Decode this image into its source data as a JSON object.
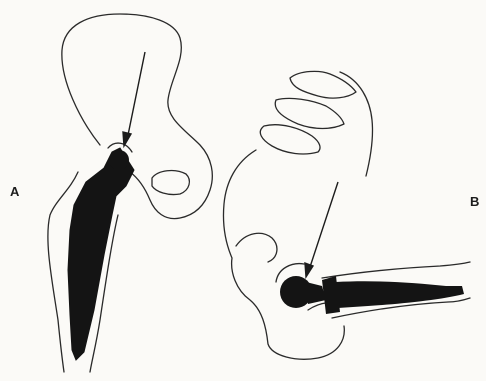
{
  "figure": {
    "panels": [
      {
        "label": "A",
        "depicts": "hip-stem-prosthesis-anterior-view"
      },
      {
        "label": "B",
        "depicts": "hip-stem-prosthesis-lateral-view"
      }
    ],
    "colors": {
      "background": "#fbfaf7",
      "line": "#2a2a2a",
      "implant": "#141414"
    }
  }
}
